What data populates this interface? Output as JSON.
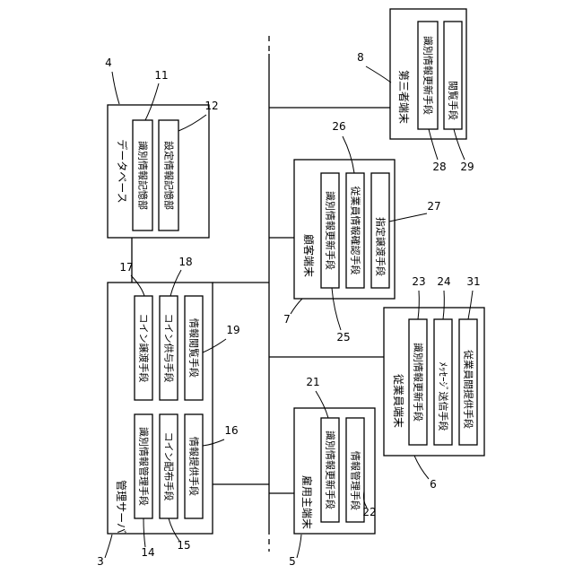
{
  "boxes": {
    "database": {
      "title": "データベース",
      "number": "4",
      "parts": [
        {
          "label": "識別情報記憶部",
          "number": "11"
        },
        {
          "label": "設定情報記憶部",
          "number": "12"
        }
      ]
    },
    "server": {
      "title": "管理サーバ",
      "number": "3",
      "parts": [
        {
          "label": "識別情報管理手段",
          "number": "14"
        },
        {
          "label": "コイン配布手段",
          "number": "15"
        },
        {
          "label": "情報提供手段",
          "number": "16"
        },
        {
          "label": "コイン譲渡手段",
          "number": "17"
        },
        {
          "label": "コイン供与手段",
          "number": "18"
        },
        {
          "label": "情報閲覧手段",
          "number": "19"
        }
      ]
    },
    "third_party": {
      "title": "第三者端末",
      "number": "8",
      "parts": [
        {
          "label": "識別情報更新手段",
          "number": "28"
        },
        {
          "label": "閲覧手段",
          "number": "29"
        }
      ]
    },
    "customer": {
      "title": "顧客端末",
      "number": "7",
      "parts": [
        {
          "label": "識別情報更新手段",
          "number": "25"
        },
        {
          "label": "従業員情報確認手段",
          "number": "26"
        },
        {
          "label": "指定譲渡手段",
          "number": "27"
        }
      ]
    },
    "employee": {
      "title": "従業員端末",
      "number": "6",
      "parts": [
        {
          "label": "識別情報更新手段",
          "number": "23"
        },
        {
          "label": "ﾒｯｾｰｼﾞ送信手段",
          "number": "24"
        },
        {
          "label": "従業員間提供手段",
          "number": "31"
        }
      ]
    },
    "employer": {
      "title": "雇用主端末",
      "number": "5",
      "parts": [
        {
          "label": "識別情報更新手段",
          "number": "21"
        },
        {
          "label": "情報管理手段",
          "number": "22"
        }
      ]
    }
  }
}
